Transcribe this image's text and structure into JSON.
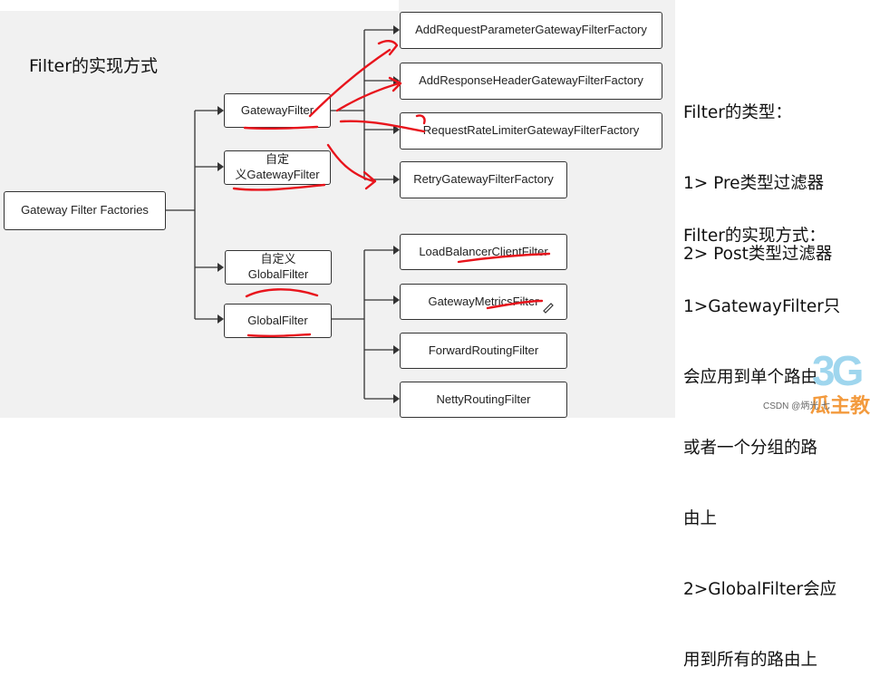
{
  "diagram": {
    "title": "Filter的实现方式",
    "root": "Gateway Filter Factories",
    "mid_nodes": {
      "gateway_filter": "GatewayFilter",
      "custom_gateway_filter_line1": "自定",
      "custom_gateway_filter_line2": "义GatewayFilter",
      "custom_global_filter_line1": "自定义",
      "custom_global_filter_line2": "GlobalFilter",
      "global_filter": "GlobalFilter"
    },
    "gateway_filter_children": [
      "AddRequestParameterGatewayFilterFactory",
      "AddResponseHeaderGatewayFilterFactory",
      "RequestRateLimiterGatewayFilterFactory",
      "RetryGatewayFilterFactory"
    ],
    "global_filter_children": [
      "LoadBalancerClientFilter",
      "GatewayMetricsFilter",
      "ForwardRoutingFilter",
      "NettyRoutingFilter"
    ],
    "annotation_color": "#e8141c",
    "line_color": "#333333",
    "panel_color": "#f1f1f1"
  },
  "notes": {
    "filter_types": [
      "Filter的类型：",
      "1> Pre类型过滤器",
      "2> Post类型过滤器"
    ],
    "filter_impl": [
      "Filter的实现方式：",
      "1>GatewayFilter只",
      "会应用到单个路由",
      "或者一个分组的路",
      "由上",
      "2>GlobalFilter会应",
      "用到所有的路由上"
    ]
  },
  "watermark": {
    "logo_big": "3G",
    "logo_cn": "瓜主教",
    "csdn": "CSDN @炳光 七"
  }
}
